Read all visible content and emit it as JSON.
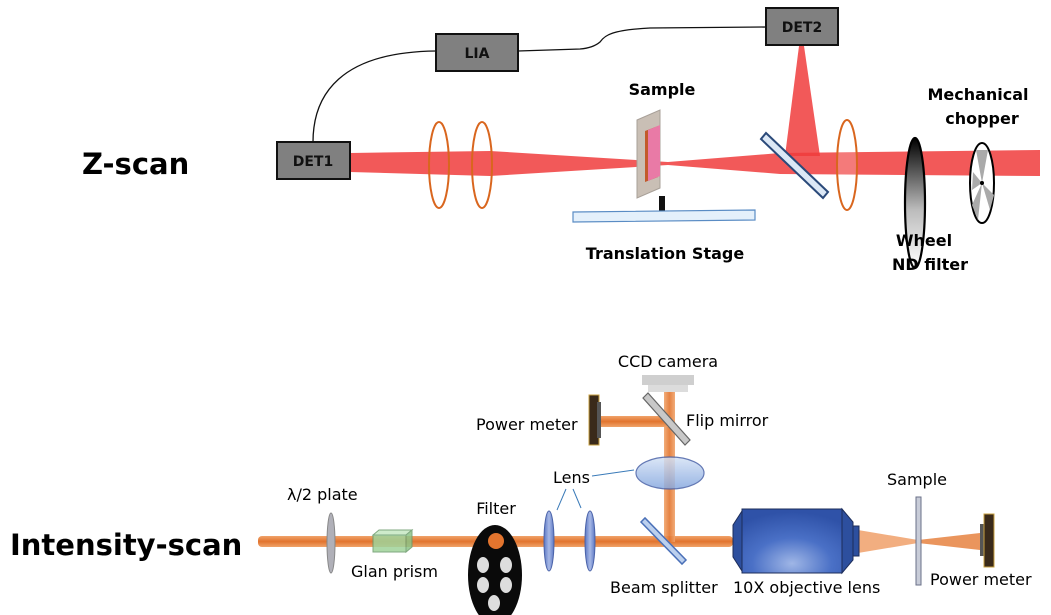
{
  "title": "Z-scan and Intensity-scan optical setups",
  "colors": {
    "zscan_beam": "#f24a4a",
    "iscan_beam": "#e87a35",
    "detector_box": "#808080",
    "lens_outline_z": "#d9661e",
    "lens_fill_i": "#7f97d6",
    "objective": "#3b5fb8"
  },
  "zscan": {
    "section_label": "Z-scan",
    "det1": "DET1",
    "det2": "DET2",
    "lia": "LIA",
    "sample": "Sample",
    "translation_stage": "Translation Stage",
    "mechanical_chopper_line1": "Mechanical",
    "mechanical_chopper_line2": "chopper",
    "nd_filter_line1": "Wheel",
    "nd_filter_line2": "ND filter"
  },
  "iscan": {
    "section_label": "Intensity-scan",
    "half_wave_plate": "λ/2 plate",
    "glan_prism": "Glan prism",
    "filter": "Filter",
    "lens": "Lens",
    "ccd_camera": "CCD camera",
    "flip_mirror": "Flip mirror",
    "power_meter_top": "Power meter",
    "beam_splitter": "Beam splitter",
    "objective": "10X objective lens",
    "sample": "Sample",
    "power_meter_bottom": "Power meter"
  }
}
